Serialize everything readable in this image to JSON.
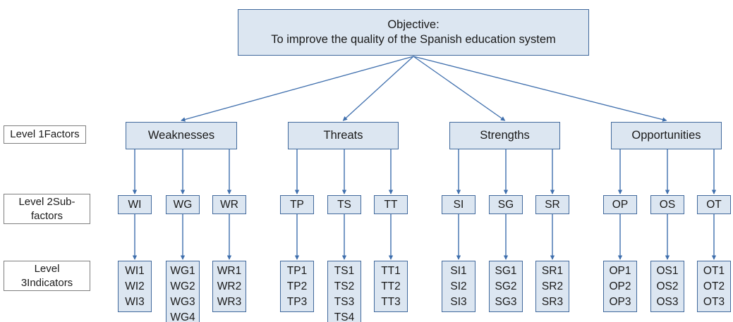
{
  "colors": {
    "node_fill": "#dce6f1",
    "node_border": "#41699c",
    "arrow": "#3f6fad",
    "label_border": "#7f7f7f",
    "text": "#1a1a1a",
    "background": "#ffffff"
  },
  "objective": {
    "line1": "Objective:",
    "line2": "To improve the quality of the Spanish education system"
  },
  "level_labels": [
    {
      "line1": "Level 1Factors",
      "line2": ""
    },
    {
      "line1": "Level 2Sub-",
      "line2": "factors"
    },
    {
      "line1": "Level",
      "line2": "3Indicators"
    }
  ],
  "factors": [
    {
      "label": "Weaknesses",
      "subfactors": [
        {
          "label": "WI",
          "indicators": [
            "WI1",
            "WI2",
            "WI3"
          ]
        },
        {
          "label": "WG",
          "indicators": [
            "WG1",
            "WG2",
            "WG3",
            "WG4"
          ]
        },
        {
          "label": "WR",
          "indicators": [
            "WR1",
            "WR2",
            "WR3"
          ]
        }
      ]
    },
    {
      "label": "Threats",
      "subfactors": [
        {
          "label": "TP",
          "indicators": [
            "TP1",
            "TP2",
            "TP3"
          ]
        },
        {
          "label": "TS",
          "indicators": [
            "TS1",
            "TS2",
            "TS3",
            "TS4"
          ]
        },
        {
          "label": "TT",
          "indicators": [
            "TT1",
            "TT2",
            "TT3"
          ]
        }
      ]
    },
    {
      "label": "Strengths",
      "subfactors": [
        {
          "label": "SI",
          "indicators": [
            "SI1",
            "SI2",
            "SI3"
          ]
        },
        {
          "label": "SG",
          "indicators": [
            "SG1",
            "SG2",
            "SG3"
          ]
        },
        {
          "label": "SR",
          "indicators": [
            "SR1",
            "SR2",
            "SR3"
          ]
        }
      ]
    },
    {
      "label": "Opportunities",
      "subfactors": [
        {
          "label": "OP",
          "indicators": [
            "OP1",
            "OP2",
            "OP3"
          ]
        },
        {
          "label": "OS",
          "indicators": [
            "OS1",
            "OS2",
            "OS3"
          ]
        },
        {
          "label": "OT",
          "indicators": [
            "OT1",
            "OT2",
            "OT3"
          ]
        }
      ]
    }
  ]
}
